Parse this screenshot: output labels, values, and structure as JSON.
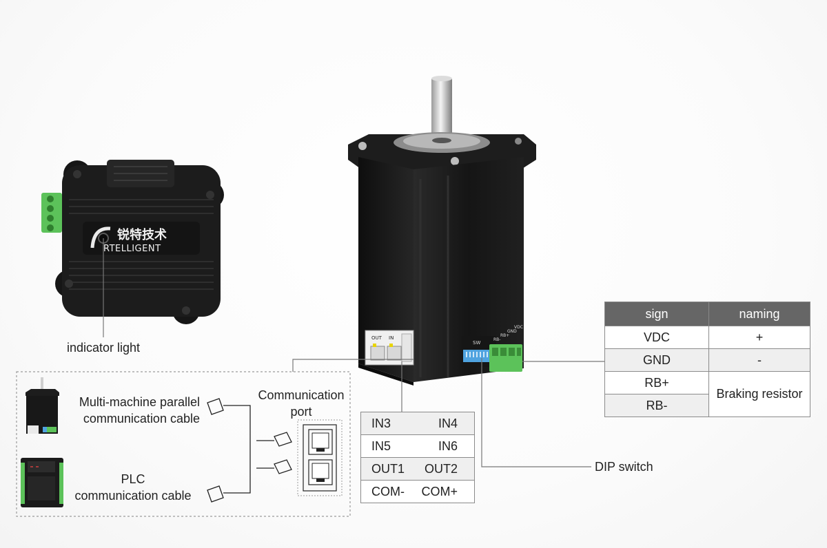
{
  "drive": {
    "brand_cn": "锐特技术",
    "brand_en": "RTELLIGENT"
  },
  "motor": {
    "port_labels": [
      "OUT",
      "IN"
    ],
    "switch_label": "SW",
    "terminal_labels": [
      "RB-",
      "RB+",
      "GND",
      "VDC"
    ]
  },
  "callouts": {
    "indicator_light": "indicator light",
    "dip_switch": "DIP switch",
    "communication_port": [
      "Communication",
      "port"
    ]
  },
  "cables": {
    "parallel": [
      "Multi-machine parallel",
      "communication cable"
    ],
    "plc": [
      "PLC",
      "communication cable"
    ]
  },
  "sign_table": {
    "headers": [
      "sign",
      "naming"
    ],
    "rows": [
      {
        "sign": "VDC",
        "naming": "+"
      },
      {
        "sign": "GND",
        "naming": "-"
      },
      {
        "sign": "RB+",
        "naming": "Braking resistor"
      },
      {
        "sign": "RB-",
        "naming": ""
      }
    ]
  },
  "io_table": {
    "rows": [
      [
        "IN3",
        "IN4"
      ],
      [
        "IN5",
        "IN6"
      ],
      [
        "OUT1",
        "OUT2"
      ],
      [
        "COM-",
        "COM+"
      ]
    ]
  },
  "colors": {
    "drive_body": "#1c1c1c",
    "terminal_green": "#5cc25a",
    "dip_blue": "#4fa3e0",
    "table_header": "#666666",
    "leader_line": "#777777"
  }
}
